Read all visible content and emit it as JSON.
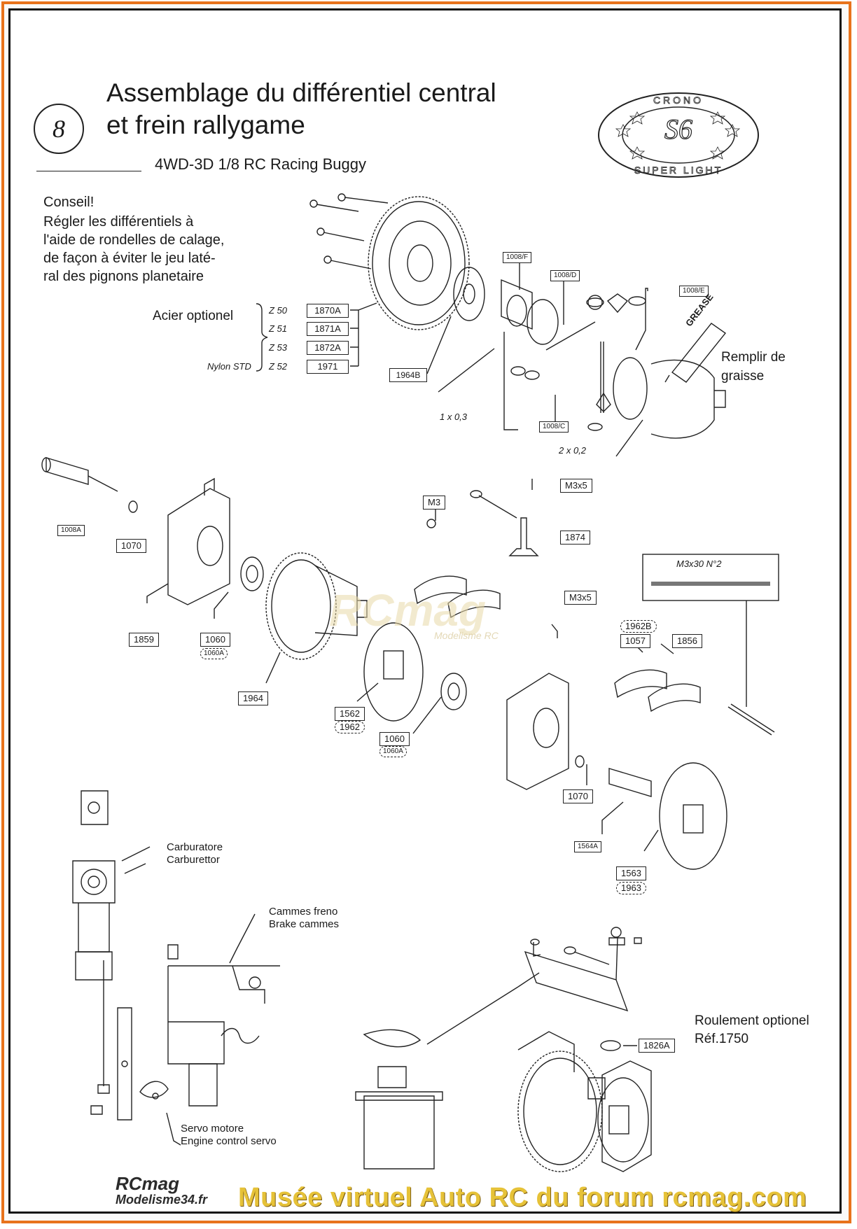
{
  "header": {
    "step_number": "8",
    "title_line1": "Assemblage du différentiel central",
    "title_line2": "et frein rallygame",
    "subtitle": "4WD-3D 1/8 RC Racing Buggy",
    "logo": {
      "top_text": "CRONO",
      "center_text": "S6",
      "bottom_text": "SUPER LIGHT"
    }
  },
  "advice": {
    "heading": "Conseil!",
    "lines": [
      "Régler les différentiels à",
      "l'aide de rondelles de calage,",
      "de façon à éviter le jeu laté-",
      "ral des pignons planetaire"
    ]
  },
  "gear_options": {
    "label": "Acier optionel",
    "rows": [
      {
        "z": "Z 50",
        "ref": "1870A"
      },
      {
        "z": "Z 51",
        "ref": "1871A"
      },
      {
        "z": "Z 53",
        "ref": "1872A"
      },
      {
        "prefix": "Nylon STD",
        "z": "Z 52",
        "ref": "1971"
      }
    ]
  },
  "top_assembly": {
    "parts": [
      "1008/F",
      "1008/D",
      "1008/E",
      "1964B",
      "1008/C"
    ],
    "shims": [
      "1 x 0,3",
      "2 x 0,2"
    ],
    "grease_label": "GREASE",
    "grease_note_line1": "Remplir de",
    "grease_note_line2": "graisse"
  },
  "middle_assembly": {
    "parts": [
      "1008A",
      "1070",
      "1859",
      "1060",
      "1060A",
      "1964",
      "1562",
      "1962",
      "1060",
      "1060A",
      "M3",
      "M3x5",
      "1874",
      "M3x5",
      "1962B",
      "1057",
      "1856",
      "1070",
      "1564A",
      "1563",
      "1963"
    ],
    "rod_box_label": "M3x30 N°2"
  },
  "bottom_assembly": {
    "carburetor_it": "Carburatore",
    "carburetor_en": "Carburettor",
    "brake_cams_it": "Cammes freno",
    "brake_cams_en": "Brake cammes",
    "servo_it": "Servo motore",
    "servo_en": "Engine control servo",
    "bearing_note_line1": "Roulement optionel",
    "bearing_note_line2": "Réf.1750",
    "bearing_ref": "1826A"
  },
  "watermark": {
    "brand": "RCmag",
    "tag": "Modelisme RC"
  },
  "footer": {
    "logo": "RCmag",
    "logo_sub": "Modelisme34.fr",
    "text": "Musée virtuel Auto RC du forum rcmag.com"
  },
  "colors": {
    "border": "#e8731c",
    "footer_text": "#e6c238",
    "ink": "#1a1a1a"
  }
}
